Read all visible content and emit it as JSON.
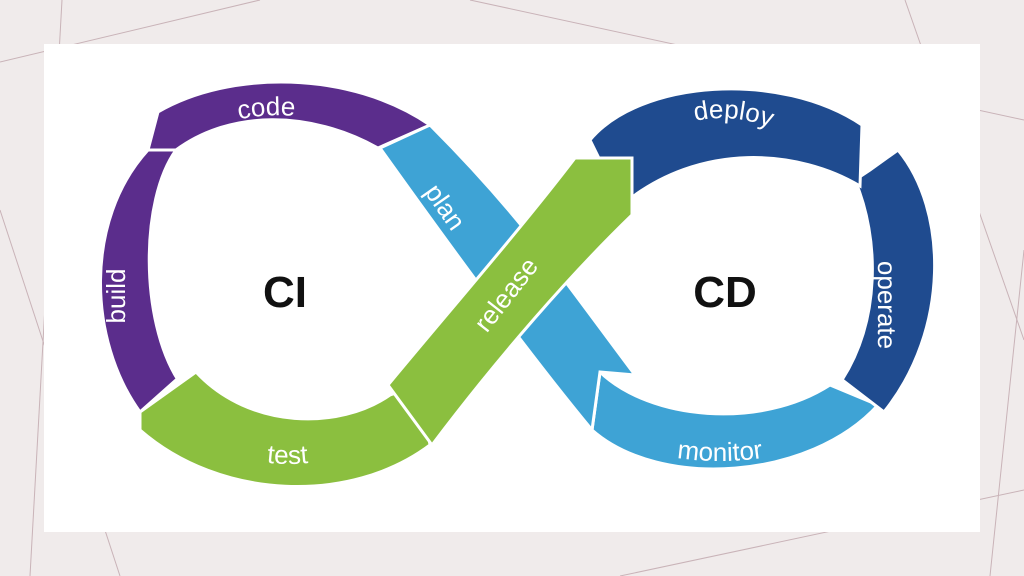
{
  "colors": {
    "background": "#f0ebeb",
    "card": "#ffffff",
    "purple": "#5b2d8c",
    "green": "#8bbf3f",
    "light_blue": "#3ea3d5",
    "dark_blue": "#1f4b8f"
  },
  "diagram": {
    "ci_label": "CI",
    "cd_label": "CD",
    "stages": {
      "code": "code",
      "build": "build",
      "test": "test",
      "plan": "plan",
      "release": "release",
      "deploy": "deploy",
      "operate": "operate",
      "monitor": "monitor"
    }
  }
}
